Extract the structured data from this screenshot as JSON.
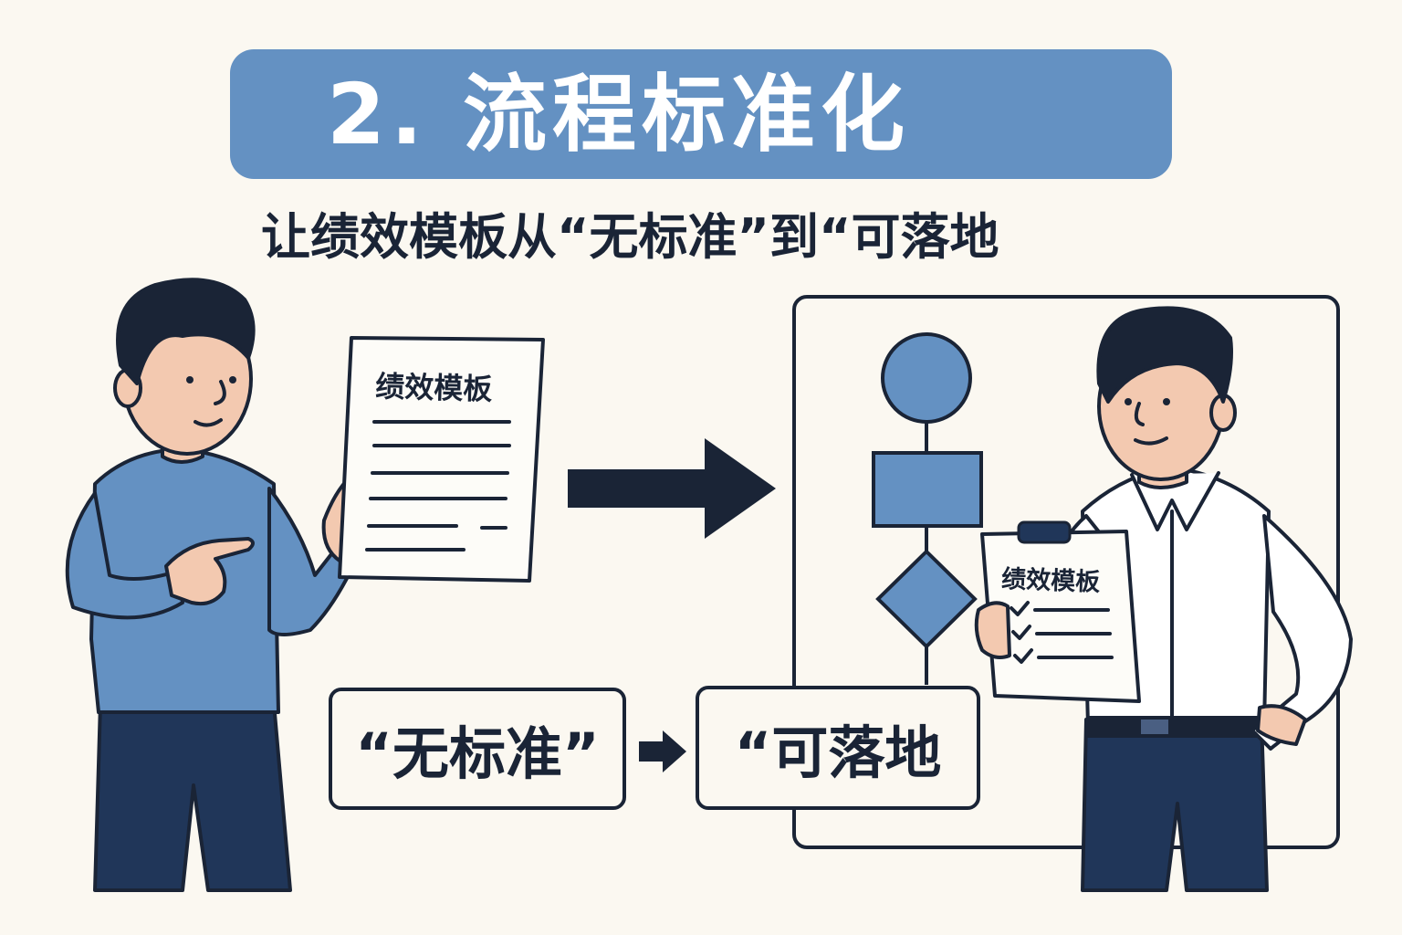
{
  "header": {
    "title": "2. 流程标准化",
    "subtitle": "让绩效模板从“无标准”到“可落地"
  },
  "left_document": {
    "title": "绩效模板"
  },
  "right_document": {
    "title": "绩效模板"
  },
  "labels": {
    "from": "“无标准”",
    "to": "“可落地"
  },
  "colors": {
    "accent_blue": "#6491c2",
    "dark_navy": "#1a2436",
    "background": "#fbf8f1",
    "skin": "#f3c9b0"
  },
  "icons": [
    "arrow-right-icon",
    "flowchart-circle-icon",
    "flowchart-rectangle-icon",
    "flowchart-diamond-icon",
    "checkmark-icon"
  ]
}
